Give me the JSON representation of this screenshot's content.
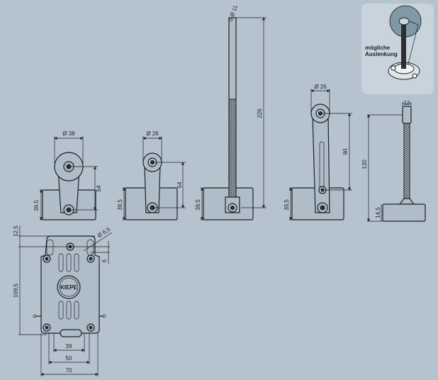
{
  "drawings": {
    "roller38": {
      "diameter": "Ø 38",
      "height": "54",
      "base": "39,5"
    },
    "roller26": {
      "diameter": "Ø 26",
      "height": "54",
      "base": "39,5"
    },
    "rod": {
      "diameter": "S Ø 11",
      "length": "226",
      "base": "39,5"
    },
    "roller26_adjustable": {
      "diameter": "Ø 26",
      "height": "90",
      "base": "39,5"
    },
    "spring_rod": {
      "width": "12",
      "height": "130",
      "base": "14,5"
    },
    "inset": {
      "line1": "mögliche",
      "line2": "Auslenkung"
    },
    "plan_view": {
      "top_offset": "12,5",
      "hole": "Ø 6,5",
      "hole_spacing": "6",
      "length": "109,5",
      "w1": "39",
      "w2": "50",
      "w3": "70",
      "logo": "KIEPE"
    }
  },
  "colors": {
    "background": "#b4c3ce",
    "inset": "#c8d3dc",
    "line": "#1e2226"
  }
}
